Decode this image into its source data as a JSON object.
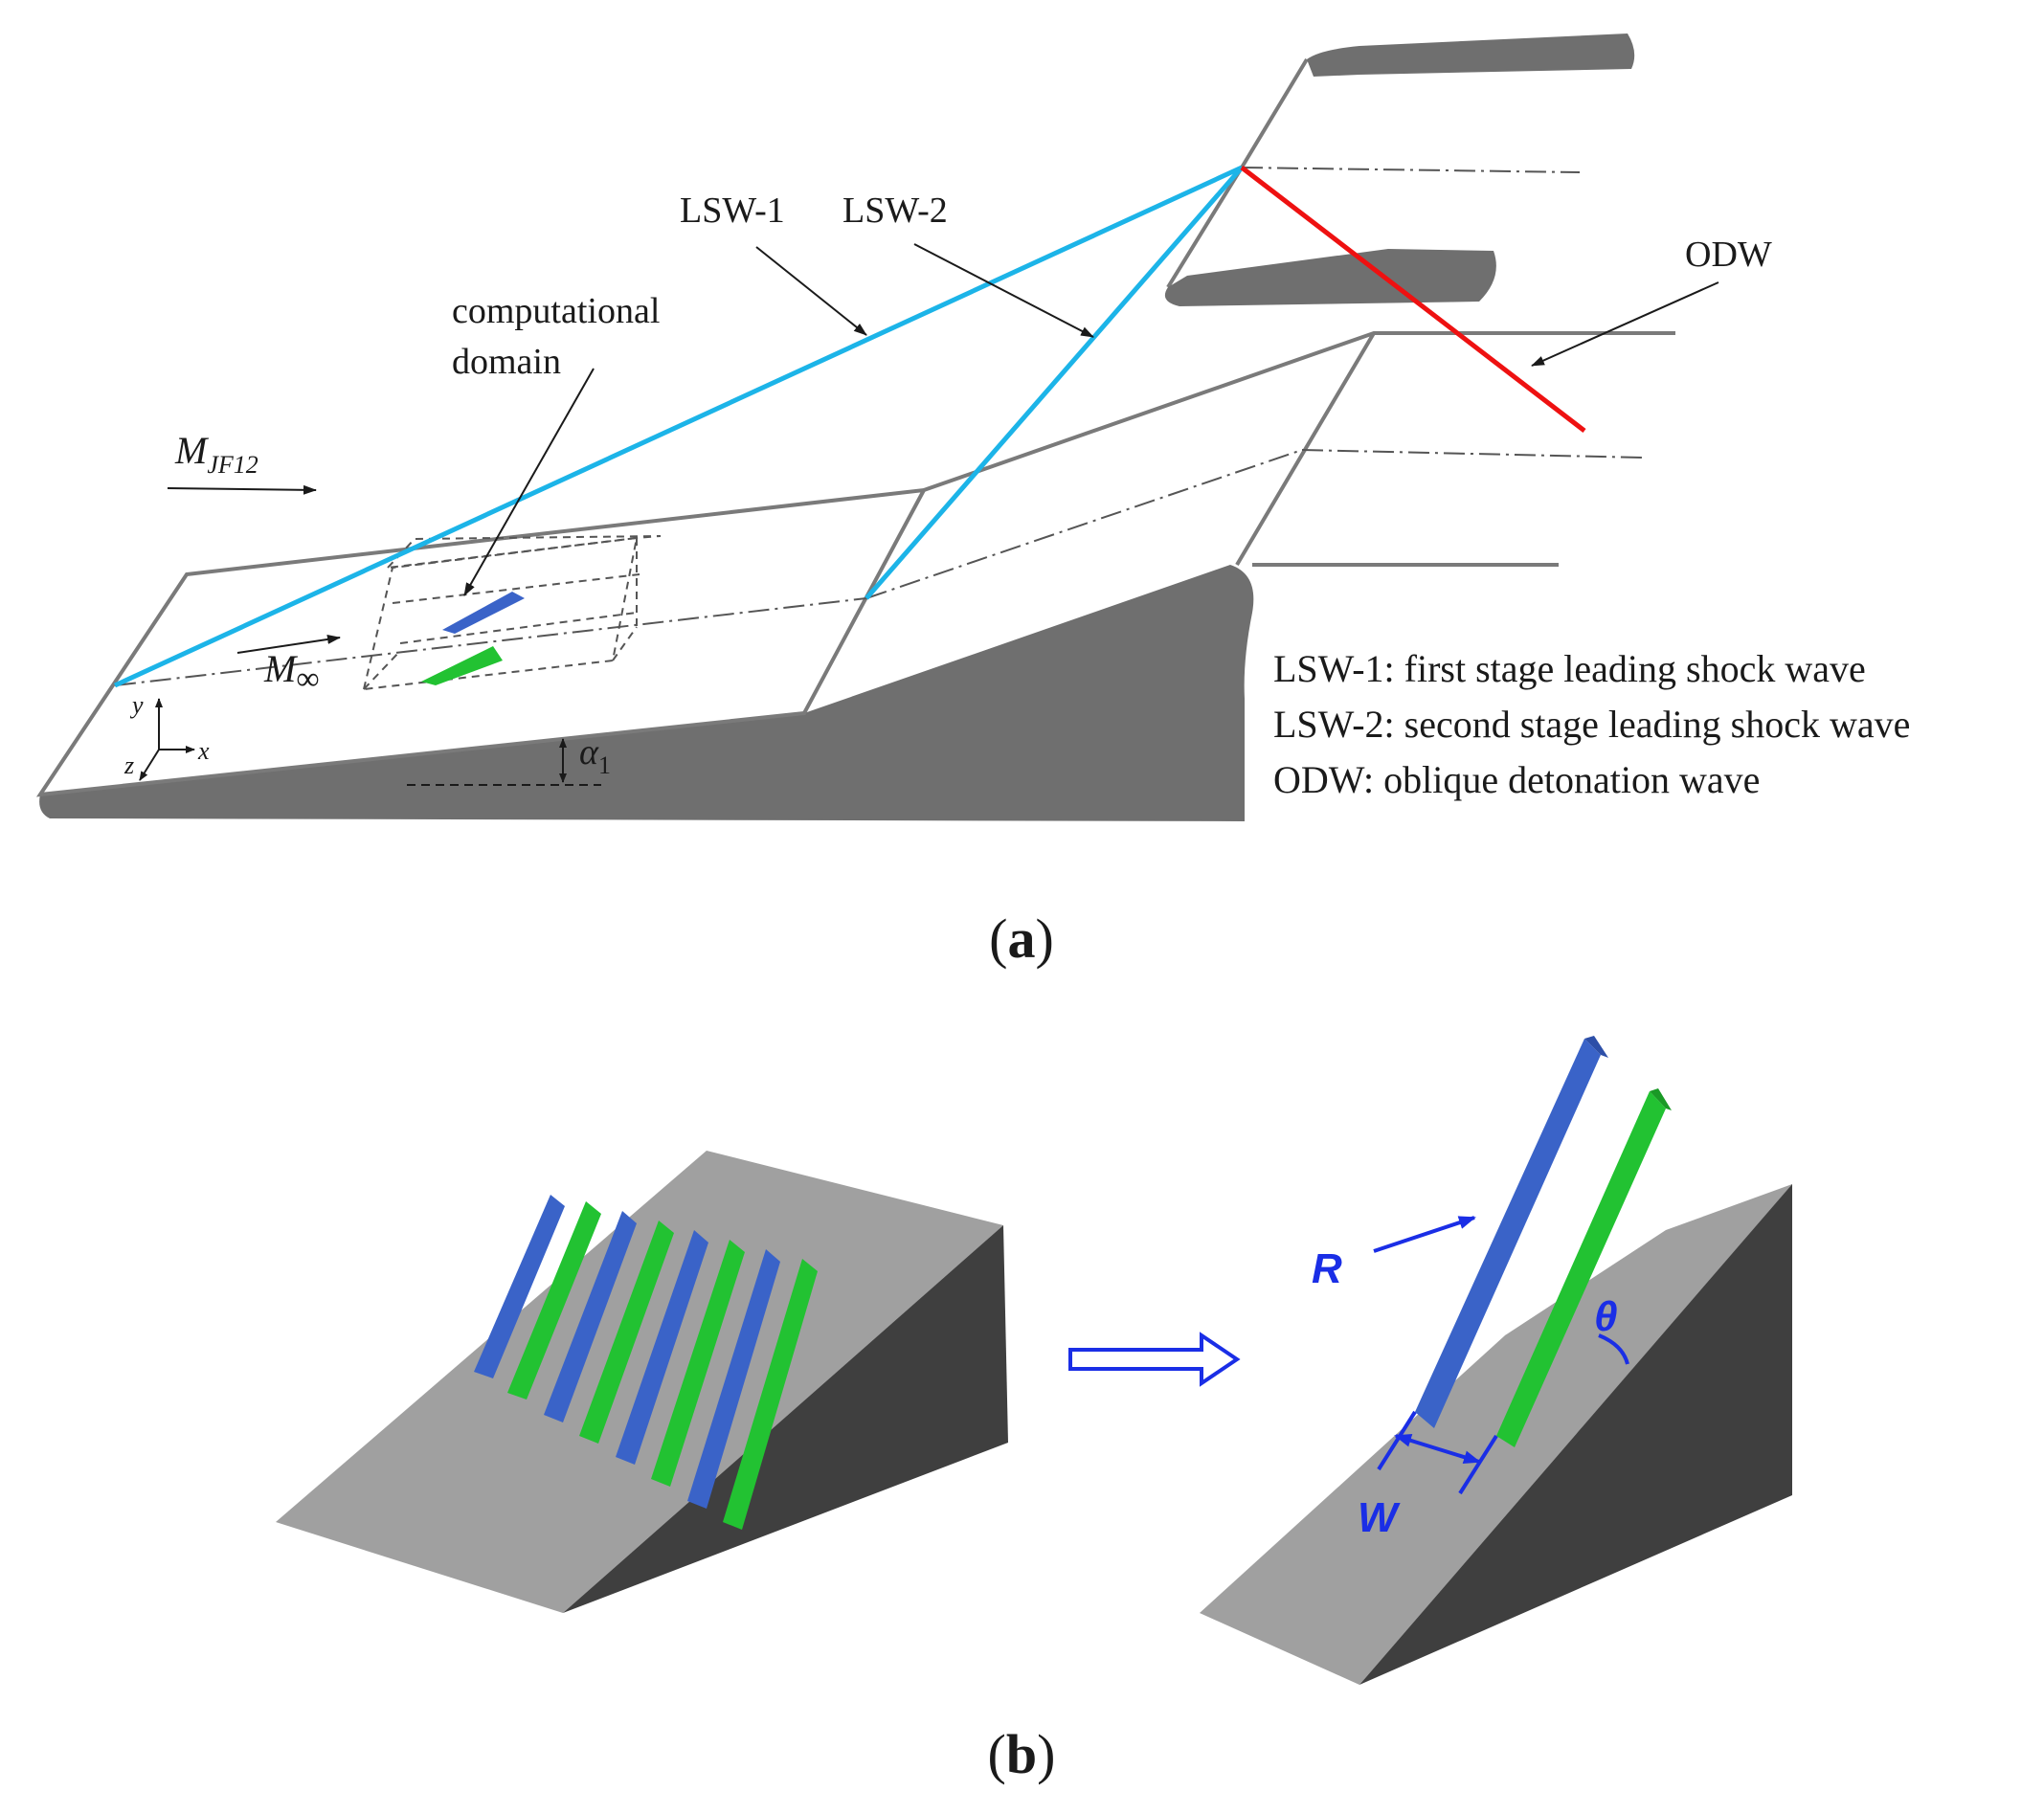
{
  "panel_a": {
    "labels": {
      "lsw1": "LSW-1",
      "lsw2": "LSW-2",
      "odw": "ODW",
      "comp_domain_line1": "computational",
      "comp_domain_line2": "domain",
      "m_jf12_main": "M",
      "m_jf12_sub": "JF12",
      "m_inf_main": "M",
      "m_inf_sub": "∞",
      "alpha_main": "α",
      "alpha_sub": "1",
      "axis_x": "x",
      "axis_y": "y",
      "axis_z": "z"
    },
    "legend": [
      "LSW-1: first stage leading shock wave",
      "LSW-2: second stage leading shock wave",
      "ODW: oblique detonation wave"
    ],
    "caption_letter": "a"
  },
  "panel_b": {
    "labels": {
      "R": "R",
      "W": "W",
      "theta": "θ"
    },
    "caption_letter": "b"
  },
  "colors": {
    "shock": "#1cb4e8",
    "detonation": "#ee1111",
    "body_gray": "#6f6f6f",
    "outline_gray": "#7a7a7a",
    "strip_blue": "#3a63c8",
    "strip_green": "#22c232",
    "wedge_top": "#a0a0a0",
    "wedge_side": "#3f3f3f",
    "annotation_blue": "#1a2ee6"
  }
}
